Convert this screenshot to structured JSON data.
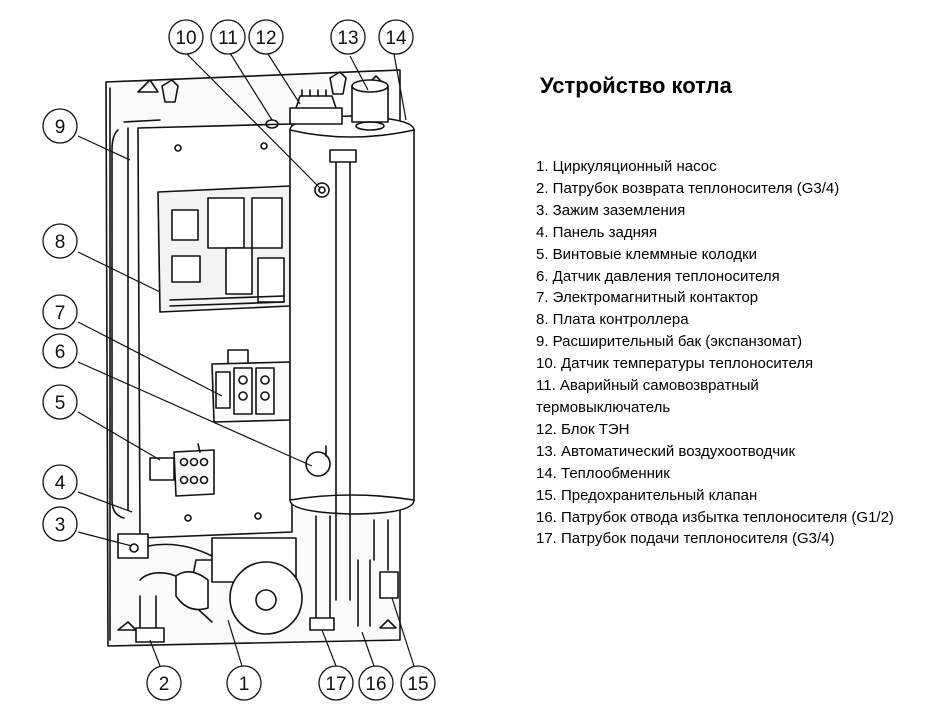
{
  "title": "Устройство котла",
  "legend": [
    "1. Циркуляционный насос",
    "2. Патрубок возврата теплоносителя (G3/4)",
    "3. Зажим заземления",
    "4. Панель задняя",
    "5. Винтовые клеммные колодки",
    "6. Датчик давления теплоносителя",
    "7. Электромагнитный контактор",
    "8. Плата контроллера",
    "9. Расширительный бак (экспанзомат)",
    "10. Датчик температуры теплоносителя",
    "11. Аварийный самовозвратный",
    "термовыключатель",
    "12. Блок ТЭН",
    "13. Автоматический воздухоотводчик",
    "14. Теплообменник",
    "15. Предохранительный клапан",
    "16. Патрубок отвода избытка теплоносителя (G1/2)",
    "17. Патрубок подачи теплоносителя (G3/4)"
  ],
  "callouts": [
    "1",
    "2",
    "3",
    "4",
    "5",
    "6",
    "7",
    "8",
    "9",
    "10",
    "11",
    "12",
    "13",
    "14",
    "15",
    "16",
    "17"
  ]
}
